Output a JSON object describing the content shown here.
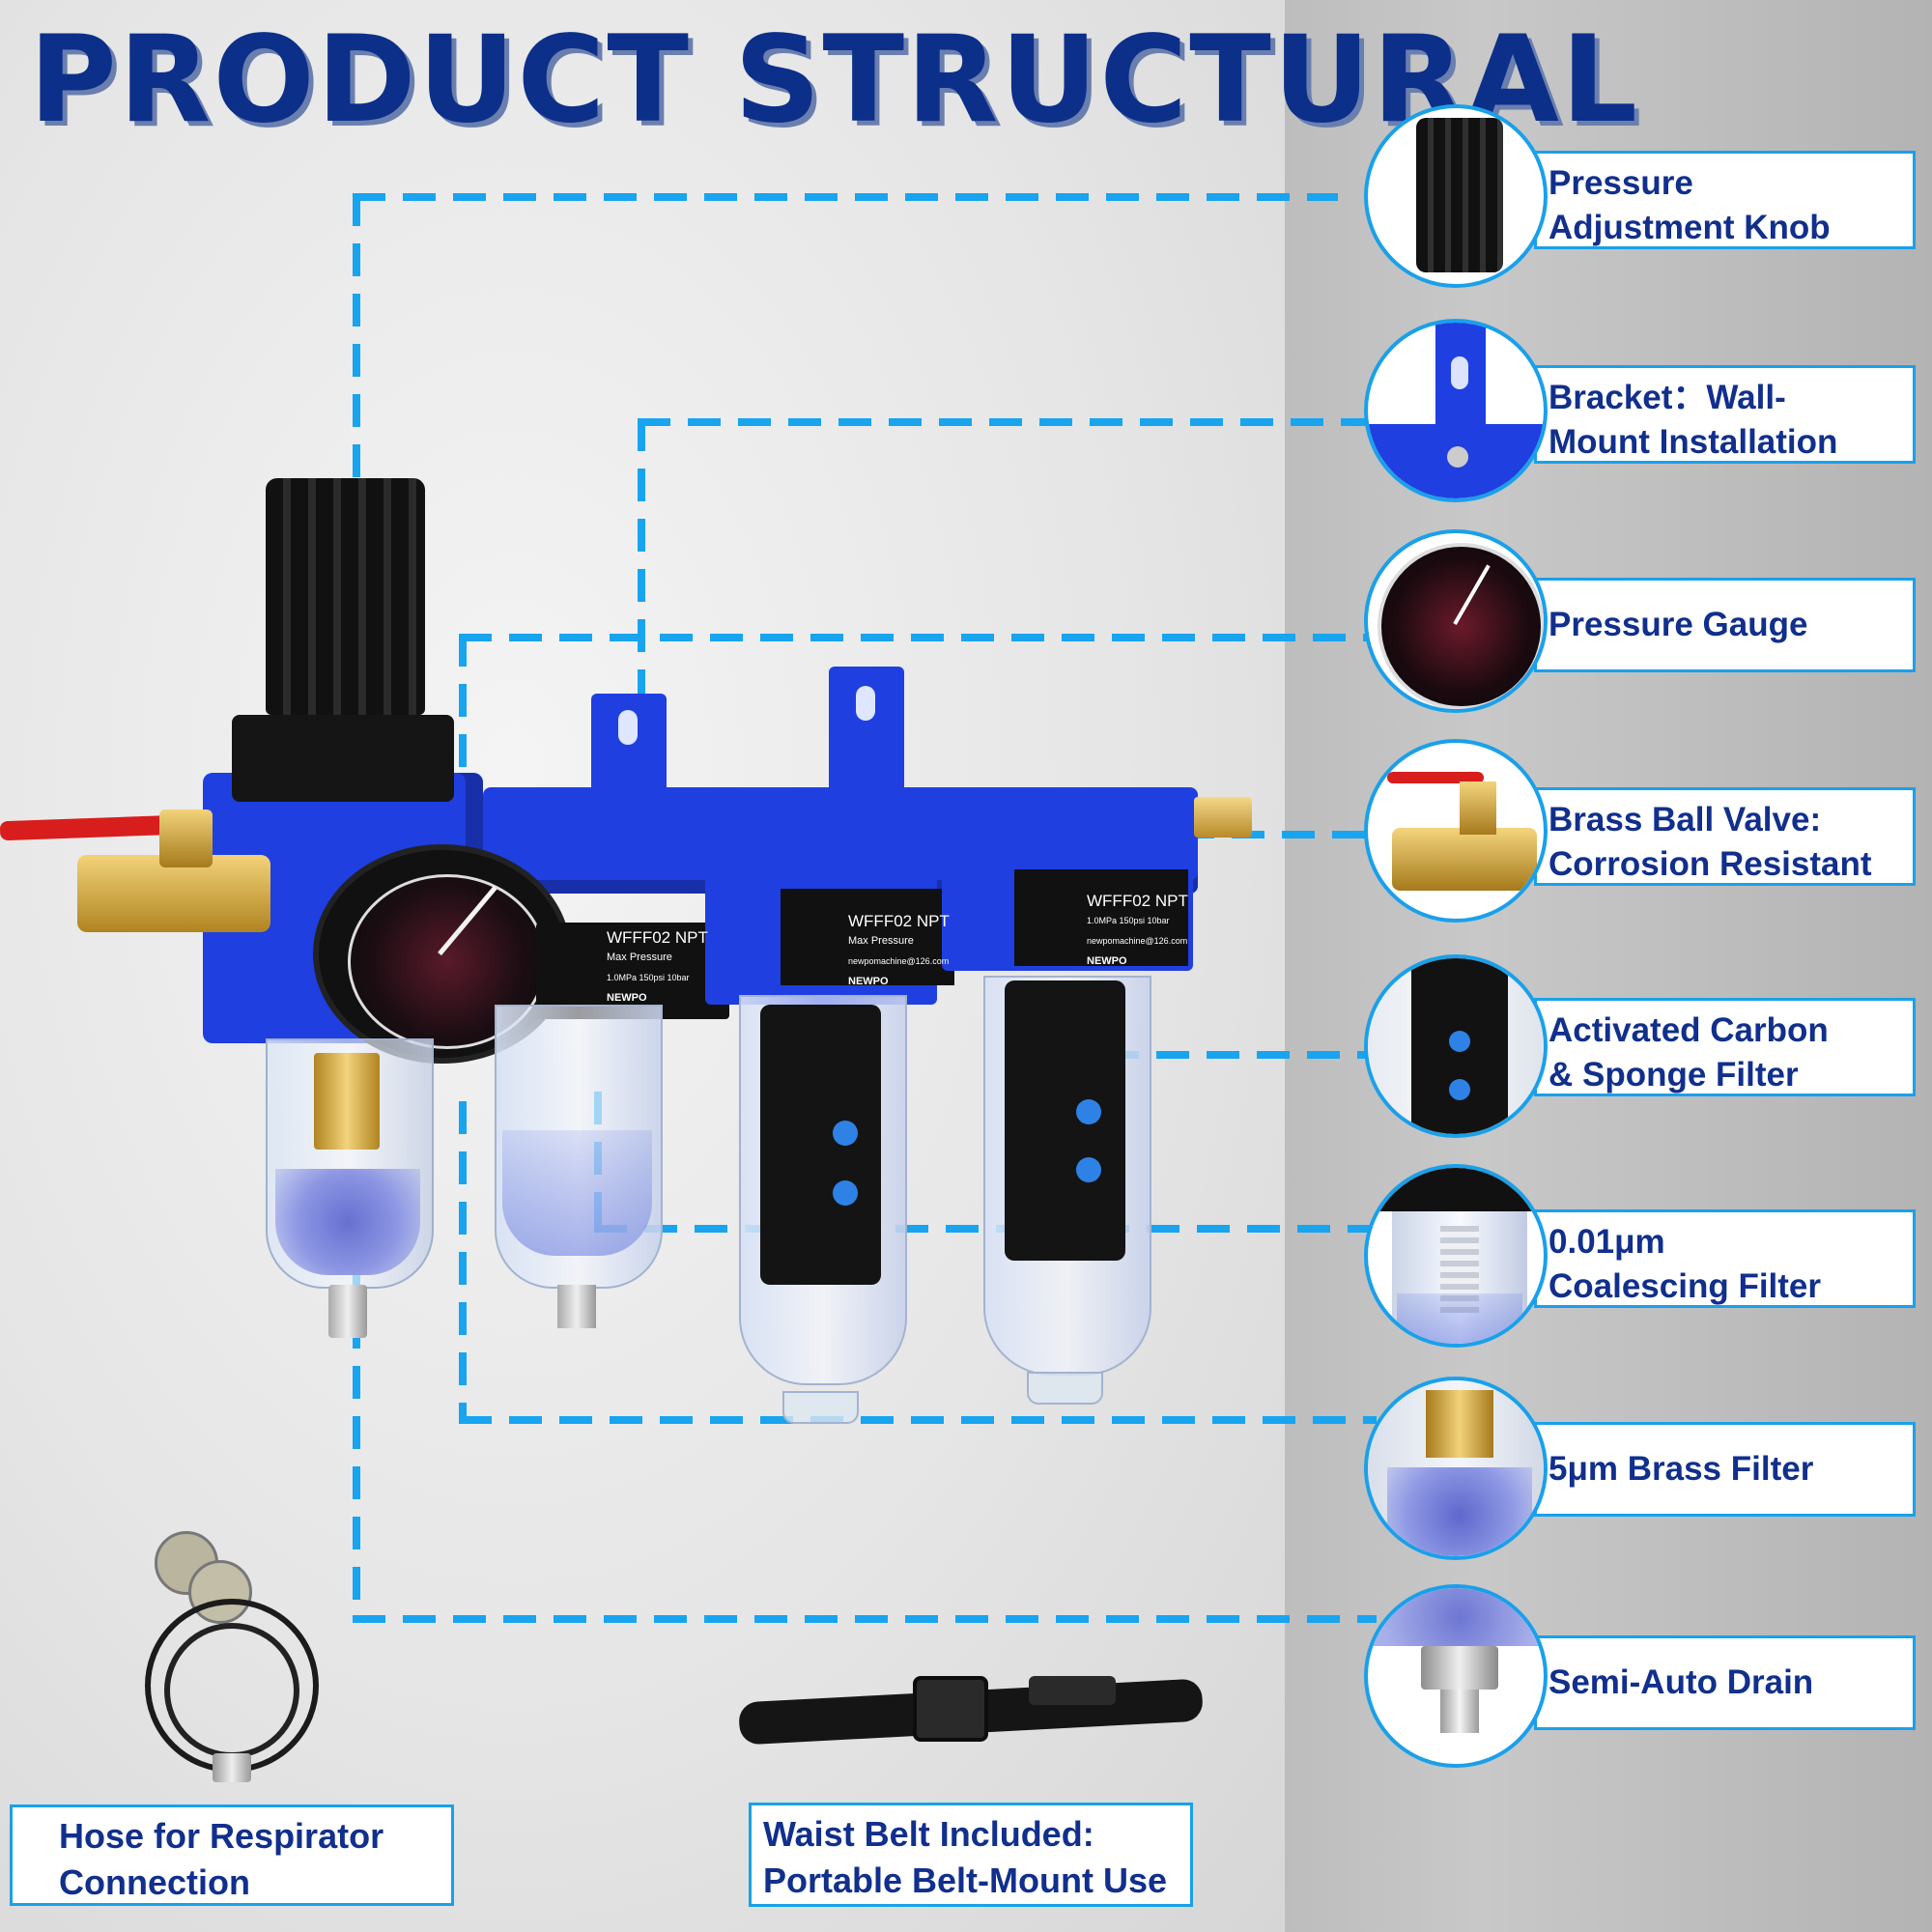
{
  "title": "PRODUCT STRUCTURAL",
  "colors": {
    "title": "#0c2f8a",
    "leader": "#18a4ef",
    "label_text": "#112f8c",
    "body_blue": "#1f3fe0"
  },
  "callouts": [
    {
      "label_line1": "Pressure",
      "label_line2": "Adjustment Knob",
      "icon": "knob-icon"
    },
    {
      "label_line1": "Bracket：Wall-",
      "label_line2": "Mount Installation",
      "icon": "bracket-icon"
    },
    {
      "label_line1": "Pressure Gauge",
      "label_line2": "",
      "icon": "gauge-icon"
    },
    {
      "label_line1": "Brass Ball Valve:",
      "label_line2": "Corrosion Resistant",
      "icon": "valve-icon"
    },
    {
      "label_line1": "Activated Carbon",
      "label_line2": "& Sponge Filter",
      "icon": "carbon-filter-icon"
    },
    {
      "label_line1": "0.01μm",
      "label_line2": "Coalescing Filter",
      "icon": "coalescing-filter-icon"
    },
    {
      "label_line1": "5μm Brass Filter",
      "label_line2": "",
      "icon": "brass-filter-icon"
    },
    {
      "label_line1": "Semi-Auto Drain",
      "label_line2": "",
      "icon": "drain-icon"
    }
  ],
  "product": {
    "model": "WFFF02 NPT",
    "brand": "NEWPO",
    "spec_line1": "Max Pressure",
    "spec_line2": "1.0MPa 150psi 10bar",
    "email": "newpomachine@126.com"
  },
  "accessories": [
    {
      "line1": "Hose for Respirator",
      "line2": "Connection",
      "icon": "hose-icon"
    },
    {
      "line1": "Waist Belt Included:",
      "line2": "Portable Belt-Mount Use",
      "icon": "belt-icon"
    }
  ]
}
